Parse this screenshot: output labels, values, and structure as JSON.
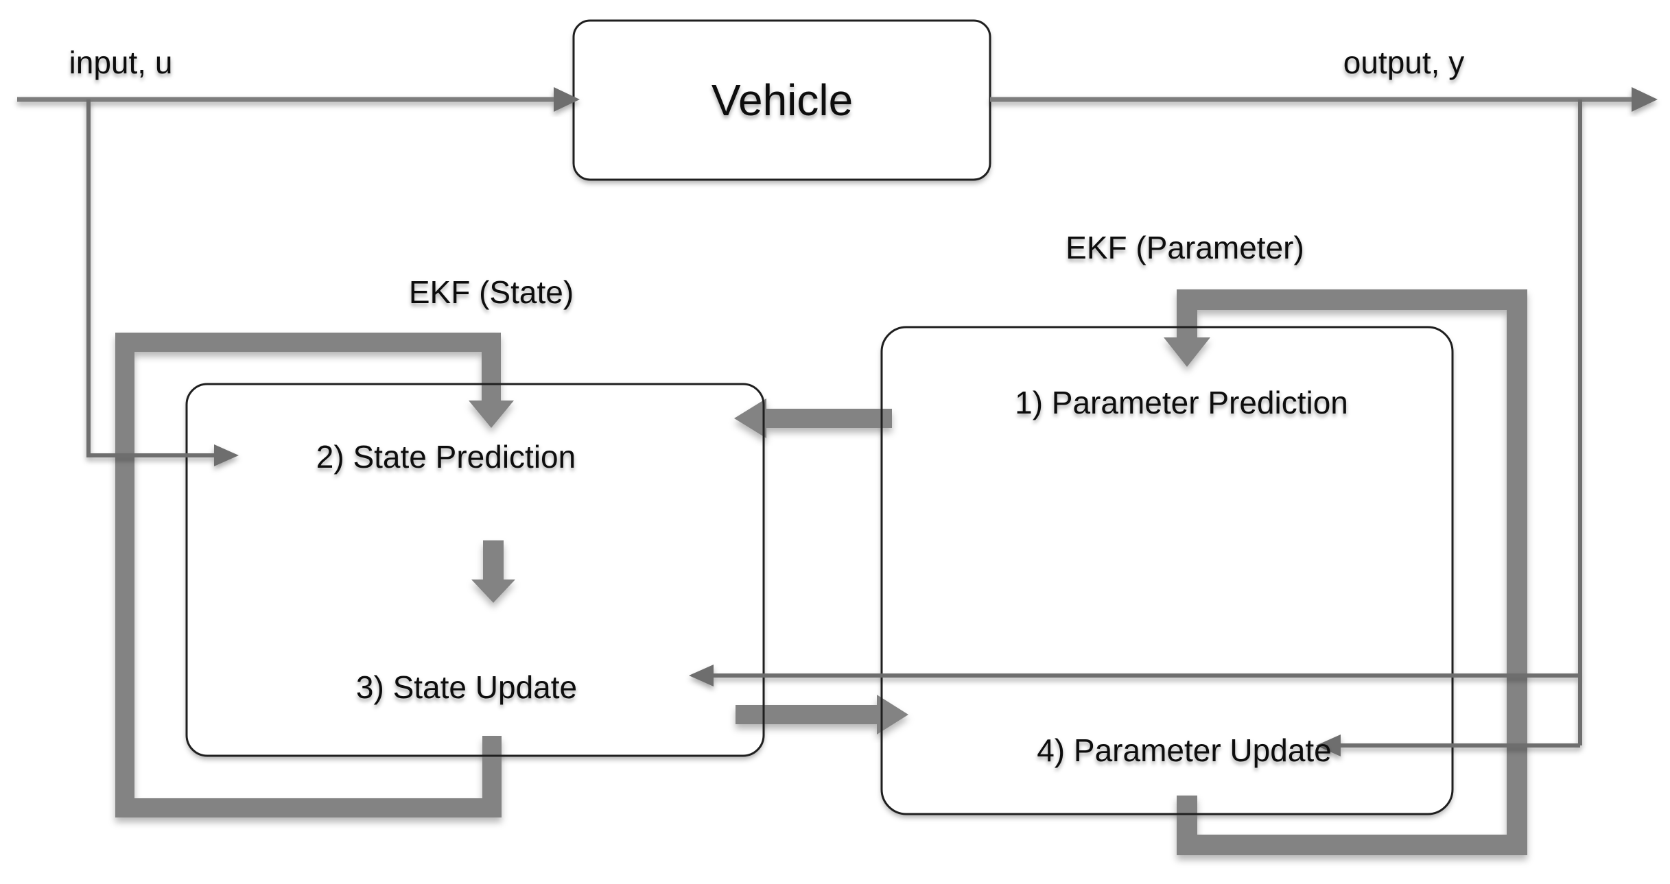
{
  "diagram": {
    "vehicle_label": "Vehicle",
    "input_label": "input, u",
    "output_label": "output, y",
    "state_ekf": {
      "title": "EKF (State)",
      "step_prediction": "2) State Prediction",
      "step_update": "3) State Update"
    },
    "parameter_ekf": {
      "title": "EKF (Parameter)",
      "step_prediction": "1) Parameter Prediction",
      "step_update": "4) Parameter Update"
    },
    "colors": {
      "thick_arrow": "#838383",
      "thin_line": "#6e6e6e",
      "io_line": "#7d7d7d",
      "box_border": "#1f1f1f",
      "text": "#111111",
      "background": "#ffffff"
    }
  }
}
